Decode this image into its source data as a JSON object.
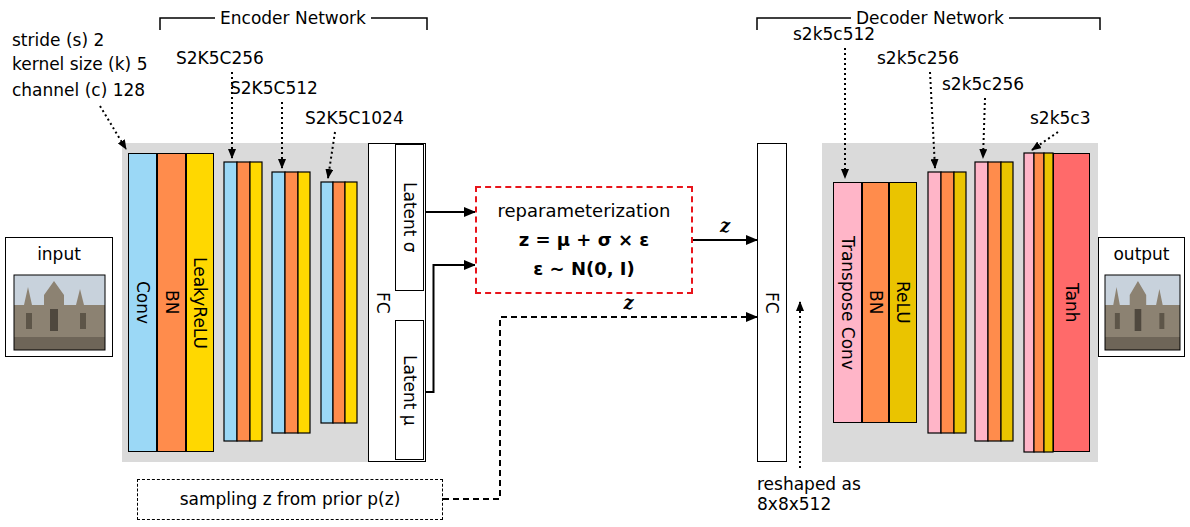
{
  "diagram": {
    "nodes": [
      {
        "text": [
          "input"
        ]
      },
      {
        "text": [
          "Conv"
        ]
      },
      {
        "text": [
          "BN"
        ]
      },
      {
        "text": [
          "LeakyReLU"
        ]
      },
      {
        "text": [
          "FC"
        ]
      },
      {
        "text": [
          "Latent σ"
        ],
        "in": 4
      },
      {
        "text": [
          "Latent μ"
        ],
        "in": 4
      },
      {
        "text": [
          "reparameterization",
          "z = μ + σ × ε",
          "ε ∼ N(0, I)"
        ]
      },
      {
        "text": [
          "sampling z from prior p(z)"
        ]
      },
      {
        "text": [
          "FC"
        ]
      },
      {
        "text": [
          "Transpose Conv"
        ]
      },
      {
        "text": [
          "BN"
        ]
      },
      {
        "text": [
          "ReLU"
        ]
      },
      {
        "text": [
          "Tanh"
        ]
      },
      {
        "text": [
          "output"
        ]
      }
    ],
    "edges": [
      {
        "from": 5,
        "to": 7,
        "arrow": "to"
      },
      {
        "from": 6,
        "to": 7,
        "arrow": "to"
      },
      {
        "from": 7,
        "to": 9,
        "label": "z",
        "arrow": "to"
      },
      {
        "from": 8,
        "to": 9,
        "label": "z",
        "arrow": "to"
      }
    ],
    "labels": [
      "Encoder Network",
      "Decoder Network",
      "stride (s) 2",
      "kernel size (k) 5",
      "channel (c) 128",
      "S2K5C256",
      "S2K5C512",
      "S2K5C1024",
      "s2k5c512",
      "s2k5c256",
      "s2k5c256",
      "s2k5c3",
      "reshaped as 8x8x512"
    ]
  }
}
